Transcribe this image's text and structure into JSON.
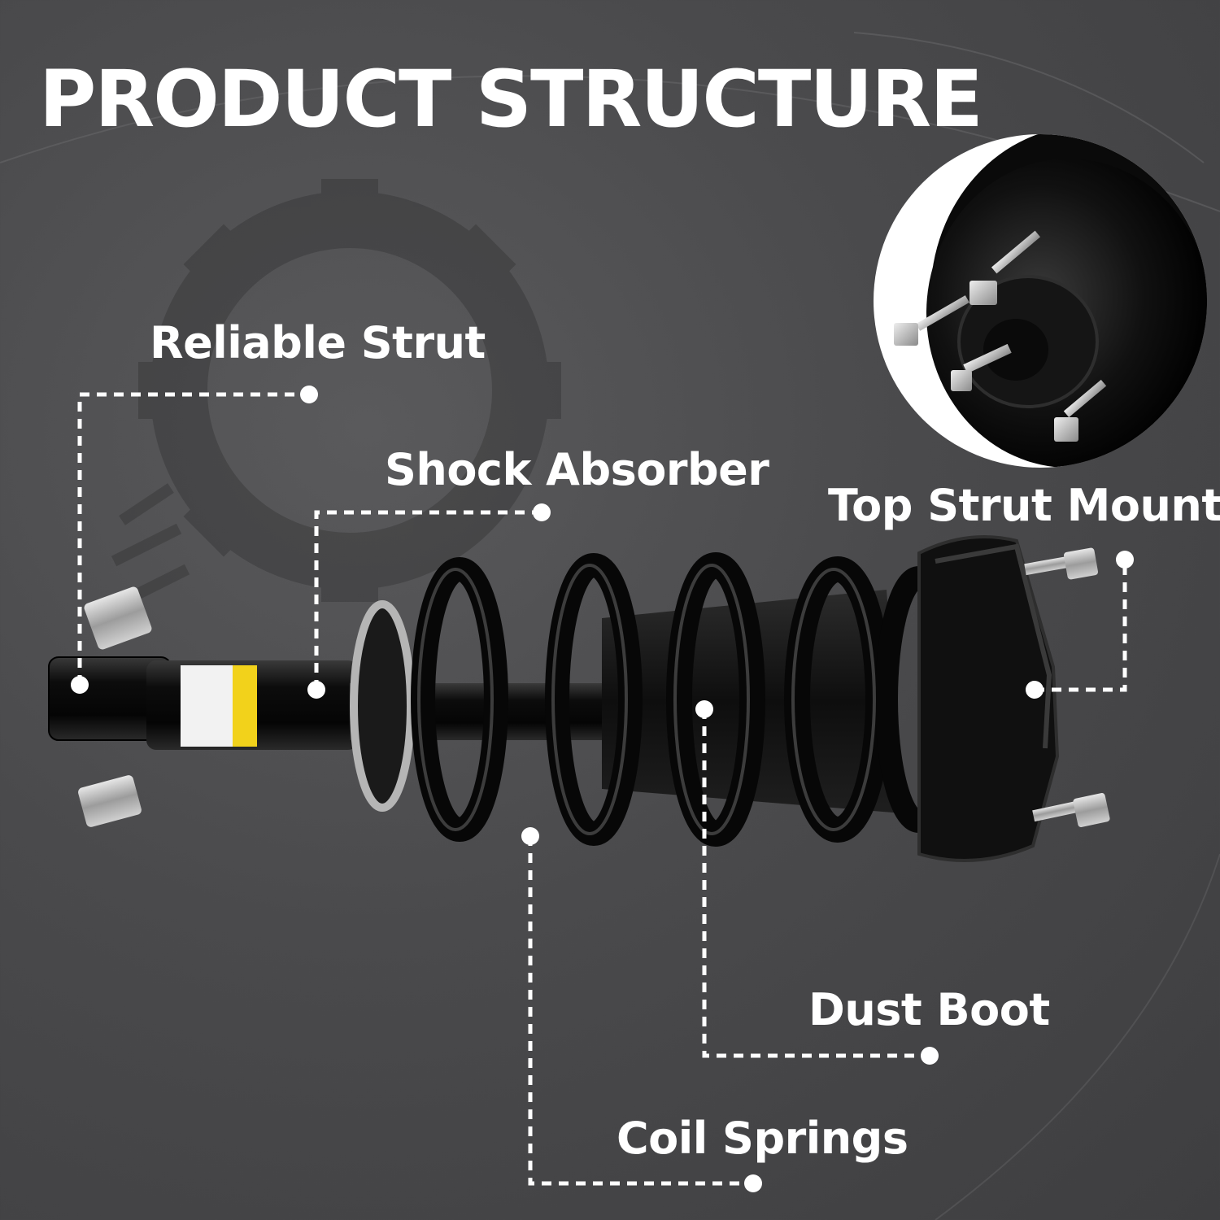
{
  "title": "PRODUCT STRUCTURE",
  "labels": {
    "reliable_strut": "Reliable Strut",
    "shock_absorber": "Shock Absorber",
    "top_strut_mount": "Top Strut Mount",
    "dust_boot": "Dust Boot",
    "coil_springs": "Coil Springs"
  },
  "colors": {
    "background": "#4a4a4c",
    "text": "#ffffff",
    "part": "#111111",
    "label_sticker": "#f2d21b"
  }
}
